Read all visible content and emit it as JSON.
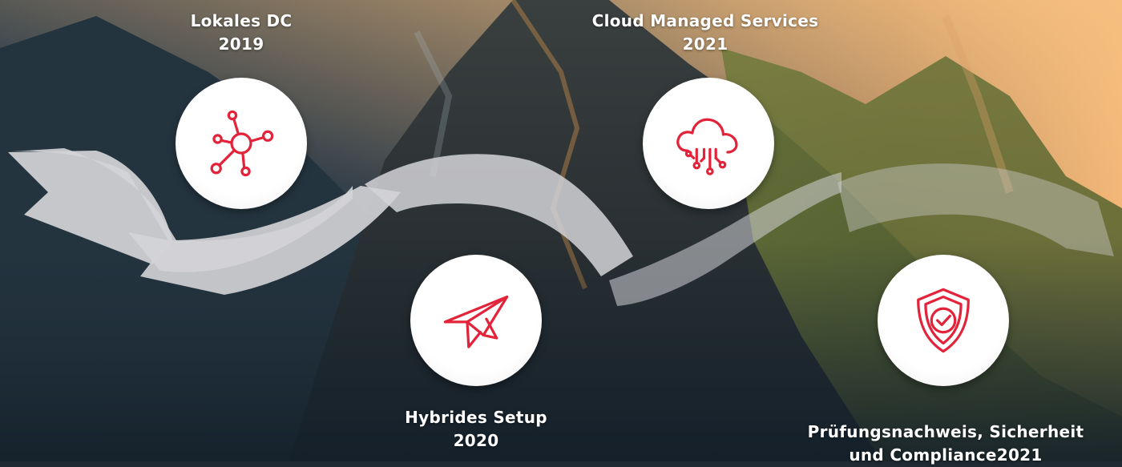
{
  "timeline": {
    "milestones": [
      {
        "title": "Lokales DC",
        "year": "2019",
        "icon": "network-hub-icon"
      },
      {
        "title": "Hybrides Setup",
        "year": "2020",
        "icon": "paper-plane-icon"
      },
      {
        "title": "Cloud Managed Services",
        "year": "2021",
        "icon": "cloud-circuit-icon"
      },
      {
        "title": "Prüfungsnachweis, Sicherheit",
        "year": "und Compliance2021",
        "icon": "shield-check-icon"
      }
    ]
  },
  "colors": {
    "accent": "#e2233a",
    "ribbon": "#d4d4d7",
    "label": "#ffffff"
  }
}
